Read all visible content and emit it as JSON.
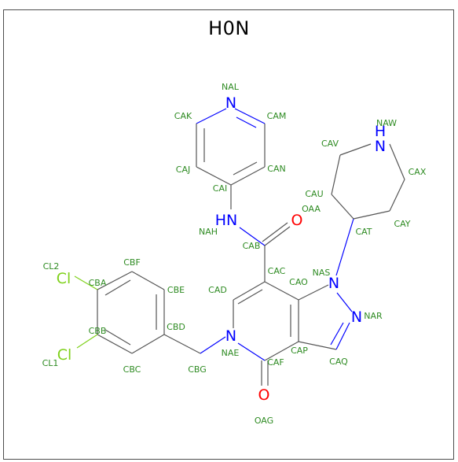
{
  "title": "H0N",
  "colors": {
    "carbon": "#555555",
    "nitrogen": "#0000ff",
    "oxygen": "#ff0000",
    "chlorine": "#7fd11b",
    "label": "#2e8b22",
    "frame": "#4d4d4d"
  },
  "elements": {
    "nal": "N",
    "nah": "HN",
    "oaa": "O",
    "oag": "O",
    "nae": "N",
    "nas": "N",
    "nar": "N",
    "naw_h": "H",
    "naw_n": "N",
    "cl2": "Cl",
    "cl1": "Cl"
  },
  "labels": {
    "NAL": "NAL",
    "CAK": "CAK",
    "CAM": "CAM",
    "CAJ": "CAJ",
    "CAN": "CAN",
    "CAI": "CAI",
    "NAH": "NAH",
    "OAA": "OAA",
    "CAB": "CAB",
    "CAC": "CAC",
    "CAD": "CAD",
    "CAO": "CAO",
    "NAS": "NAS",
    "NAR": "NAR",
    "CAQ": "CAQ",
    "CAP": "CAP",
    "CAF": "CAF",
    "OAG": "OAG",
    "NAE": "NAE",
    "CBG": "CBG",
    "CBD": "CBD",
    "CBE": "CBE",
    "CBF": "CBF",
    "CBA": "CBA",
    "CBB": "CBB",
    "CBC": "CBC",
    "CL2": "CL2",
    "CL1": "CL1",
    "NAW": "NAW",
    "CAV": "CAV",
    "CAX": "CAX",
    "CAU": "CAU",
    "CAY": "CAY",
    "CAT": "CAT"
  }
}
